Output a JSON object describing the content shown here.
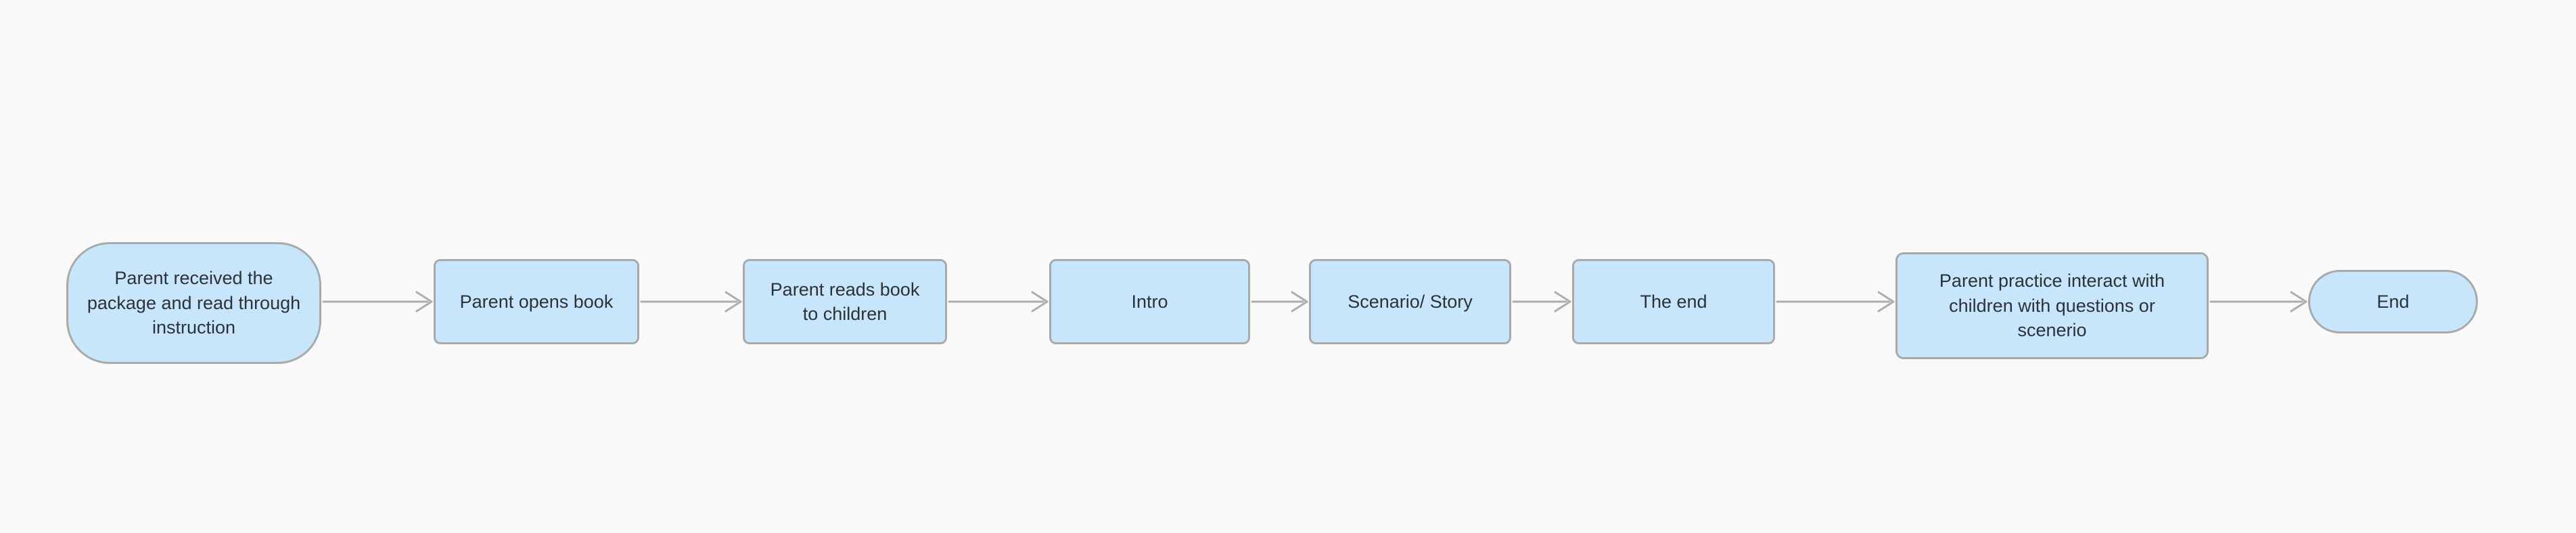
{
  "diagram": {
    "type": "flowchart",
    "direction": "left-to-right",
    "colors": {
      "background": "#f9f9f9",
      "node-fill": "#c7e6fb",
      "node-border": "#a9a9a9",
      "connector": "#adadad",
      "text": "#2c3237"
    },
    "nodes": [
      {
        "id": "start",
        "shape": "rounded",
        "label": "Parent received the package and read through instruction"
      },
      {
        "id": "opens-book",
        "shape": "rect",
        "label": "Parent opens book"
      },
      {
        "id": "reads-book",
        "shape": "rect",
        "label": "Parent reads book to children"
      },
      {
        "id": "intro",
        "shape": "rect",
        "label": "Intro"
      },
      {
        "id": "scenario-story",
        "shape": "rect",
        "label": "Scenario/ Story"
      },
      {
        "id": "the-end",
        "shape": "rect",
        "label": "The end"
      },
      {
        "id": "practice",
        "shape": "rect",
        "label": "Parent practice interact with children with questions or scenerio"
      },
      {
        "id": "end",
        "shape": "pill",
        "label": "End"
      }
    ],
    "edges": [
      {
        "from": "start",
        "to": "opens-book"
      },
      {
        "from": "opens-book",
        "to": "reads-book"
      },
      {
        "from": "reads-book",
        "to": "intro"
      },
      {
        "from": "intro",
        "to": "scenario-story"
      },
      {
        "from": "scenario-story",
        "to": "the-end"
      },
      {
        "from": "the-end",
        "to": "practice"
      },
      {
        "from": "practice",
        "to": "end"
      }
    ]
  }
}
